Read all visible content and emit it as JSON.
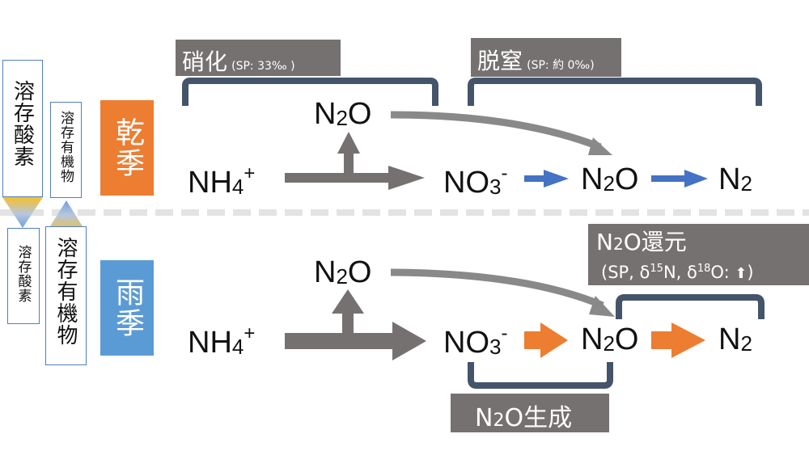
{
  "left_indicators": {
    "dry": {
      "oxygen_label": "溶存酸素",
      "organic_label": "溶存有機物"
    },
    "wet": {
      "oxygen_label": "溶存酸素",
      "organic_label": "溶存有機物"
    }
  },
  "seasons": {
    "dry": {
      "label": "乾季",
      "color": "#ed7d31"
    },
    "wet": {
      "label": "雨季",
      "color": "#5b9bd5"
    }
  },
  "dry_season": {
    "nitrification_label": {
      "title": "硝化",
      "note": "(SP: 33‰ )"
    },
    "denitrification_label": {
      "title": "脱窒",
      "note": "(SP: 約 0‰)"
    },
    "species": {
      "n2o_top": {
        "main": "N",
        "sub": "2",
        "tail": "O"
      },
      "nh4": {
        "main": "NH",
        "sub": "4",
        "sup": "+"
      },
      "no3": {
        "main": "NO",
        "sub": "3",
        "sup": "-"
      },
      "n2o": {
        "main": "N",
        "sub": "2",
        "tail": "O"
      },
      "n2": {
        "main": "N",
        "sub": "2"
      }
    },
    "arrow_color": "#4472c4"
  },
  "wet_season": {
    "reduction_label": {
      "title_main": "N",
      "title_sub": "2",
      "title_tail": "O還元",
      "note": "(SP,  δ15N, δ18O: ⬆)",
      "note_parts": [
        "(SP,  δ",
        "15",
        "N, δ",
        "18",
        "O: ",
        "⬆",
        ")"
      ]
    },
    "production_label": {
      "main": "N",
      "sub": "2",
      "tail": "O生成"
    },
    "species": {
      "n2o_top": {
        "main": "N",
        "sub": "2",
        "tail": "O"
      },
      "nh4": {
        "main": "NH",
        "sub": "4",
        "sup": "+"
      },
      "no3": {
        "main": "NO",
        "sub": "3",
        "sup": "-"
      },
      "n2o": {
        "main": "N",
        "sub": "2",
        "tail": "O"
      },
      "n2": {
        "main": "N",
        "sub": "2"
      }
    },
    "arrow_color": "#ed7d31"
  },
  "colors": {
    "gray_arrow": "#767171",
    "curve_arrow": "#898989",
    "bracket": "#44546a",
    "label_bg": "#767171",
    "divider": "#e3e3e3",
    "box_border": "#4f7ec4",
    "gradient_yellow": "#f5c02a",
    "gradient_blue": "#8fb3e2"
  }
}
